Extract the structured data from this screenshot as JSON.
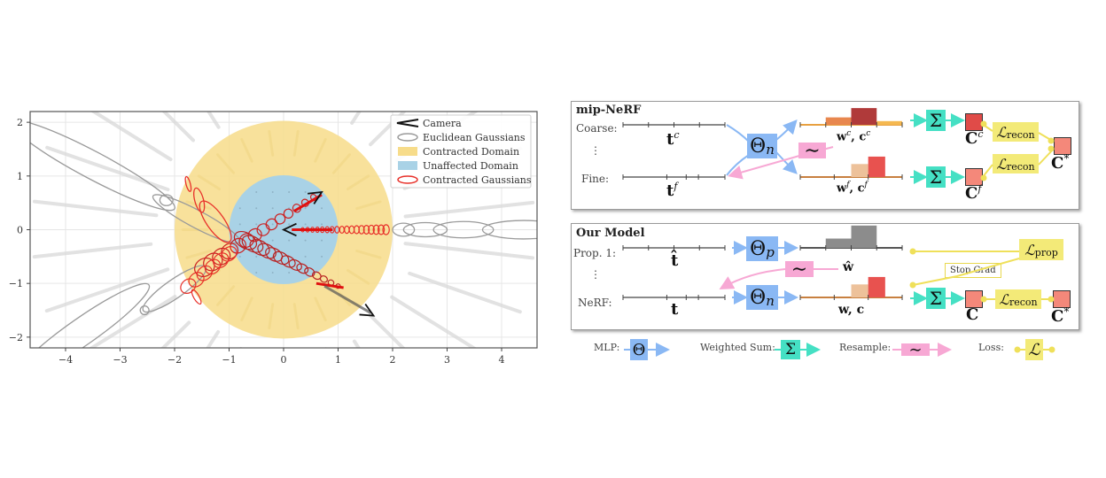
{
  "chart_data": {
    "type": "scatter",
    "title": "",
    "xlabel": "",
    "ylabel": "",
    "xlim": [
      -4.65,
      4.65
    ],
    "ylim": [
      -2.2,
      2.2
    ],
    "xticks": [
      -4,
      -3,
      -2,
      -1,
      0,
      1,
      2,
      3,
      4
    ],
    "yticks": [
      -2,
      -1,
      0,
      1,
      2
    ],
    "xtick_labels": [
      "−4",
      "−3",
      "−2",
      "−1",
      "0",
      "1",
      "2",
      "3",
      "4"
    ],
    "ytick_labels": [
      "−2",
      "−1",
      "0",
      "1",
      "2"
    ],
    "grid": true,
    "legend_position": "top-right",
    "legend": [
      {
        "label": "Camera",
        "kind": "camera",
        "color": "#111111"
      },
      {
        "label": "Euclidean Gaussians",
        "kind": "ellipse",
        "color": "#9a9a9a"
      },
      {
        "label": "Contracted Domain",
        "kind": "patch",
        "color": "#f7dc8a"
      },
      {
        "label": "Unaffected Domain",
        "kind": "patch",
        "color": "#a9d2e6"
      },
      {
        "label": "Contracted Gaussians",
        "kind": "ellipse",
        "color": "#e8312a"
      }
    ],
    "regions": [
      {
        "name": "contracted-domain",
        "center": [
          0,
          0
        ],
        "radius": 2,
        "color": "#f7dc8a"
      },
      {
        "name": "unaffected-domain",
        "center": [
          0,
          0
        ],
        "radius": 1,
        "color": "#a9d2e6"
      }
    ],
    "cameras": [
      {
        "name": "camera-upper-right",
        "origin": [
          0.7,
          0.7
        ],
        "direction": [
          0.85,
          0.52
        ]
      },
      {
        "name": "camera-center",
        "origin": [
          0.0,
          0.0
        ],
        "direction": [
          -1,
          0
        ]
      },
      {
        "name": "camera-lower-right",
        "origin": [
          1.65,
          -1.6
        ],
        "direction": [
          0.87,
          -0.49
        ]
      }
    ],
    "rays": [
      {
        "name": "ray-horizontal",
        "from": [
          0.15,
          0.0
        ],
        "to": [
          4.65,
          0.0
        ]
      },
      {
        "name": "ray-upper",
        "from": [
          0.75,
          0.68
        ],
        "to": [
          -2.5,
          -1.5
        ]
      },
      {
        "name": "ray-lower",
        "from": [
          1.1,
          -1.1
        ],
        "to": [
          -3.2,
          1.7
        ]
      }
    ]
  },
  "diagram": {
    "mipnerf": {
      "title": "mip-NeRF",
      "row_coarse": "Coarse:",
      "row_fine": "Fine:",
      "ellipsis": "⋮",
      "t_coarse": "t",
      "t_coarse_sup": "c",
      "t_fine": "t",
      "t_fine_sup": "f",
      "mlp": "Θ",
      "mlp_sub": "n",
      "resample": "∼",
      "w_coarse": "w",
      "w_coarse_sup": "c",
      "c_coarse": "c",
      "c_coarse_sup": "c",
      "w_fine": "w",
      "w_fine_sup": "f",
      "c_fine": "c",
      "c_fine_sup": "f",
      "sum": "Σ",
      "C_coarse": "C",
      "C_coarse_sup": "c",
      "C_fine": "C",
      "C_fine_sup": "f",
      "loss": "ℒ",
      "loss_sub": "recon",
      "C_star": "C",
      "C_star_sup": "*",
      "hist_coarse": [
        0.0,
        0.2,
        0.45,
        0.1
      ],
      "hist_fine": [
        0.0,
        0.0,
        0.0,
        0.35,
        0.55,
        0.0
      ]
    },
    "ours": {
      "title": "Our Model",
      "row_prop": "Prop. 1:",
      "row_nerf": "NeRF:",
      "ellipsis": "⋮",
      "t_hat": "t̂",
      "t": "t",
      "mlp_p": "Θ",
      "mlp_p_sub": "p",
      "mlp_n": "Θ",
      "mlp_n_sub": "n",
      "resample": "∼",
      "w_hat": "ŵ",
      "w_c": "w, c",
      "sum": "Σ",
      "C": "C",
      "C_star": "C",
      "C_star_sup": "*",
      "loss": "ℒ",
      "loss_prop_sub": "prop",
      "loss_recon_sub": "recon",
      "stop_grad": "Stop Grad",
      "hist_prop": [
        0.0,
        0.25,
        0.6,
        0.0
      ],
      "hist_nerf": [
        0.0,
        0.0,
        0.0,
        0.35,
        0.55,
        0.0
      ]
    },
    "legend": {
      "mlp_label": "MLP:",
      "mlp_symbol": "Θ",
      "sum_label": "Weighted Sum:",
      "sum_symbol": "Σ",
      "resample_label": "Resample:",
      "resample_symbol": "∼",
      "loss_label": "Loss:",
      "loss_symbol": "ℒ"
    },
    "colors": {
      "mlp": "#8ab8f4",
      "sum": "#45e0c4",
      "resample": "#f7a8d4",
      "loss": "#f3ea78",
      "hist_coarse_dark": "#b03a3a",
      "hist_coarse_light": "#e8874e",
      "hist_fine_dark": "#e8524f",
      "hist_fine_light": "#edc19a",
      "hist_prop": "#8c8c8c",
      "C_coarse": "#e04b48",
      "C_fine": "#f4887a"
    }
  }
}
